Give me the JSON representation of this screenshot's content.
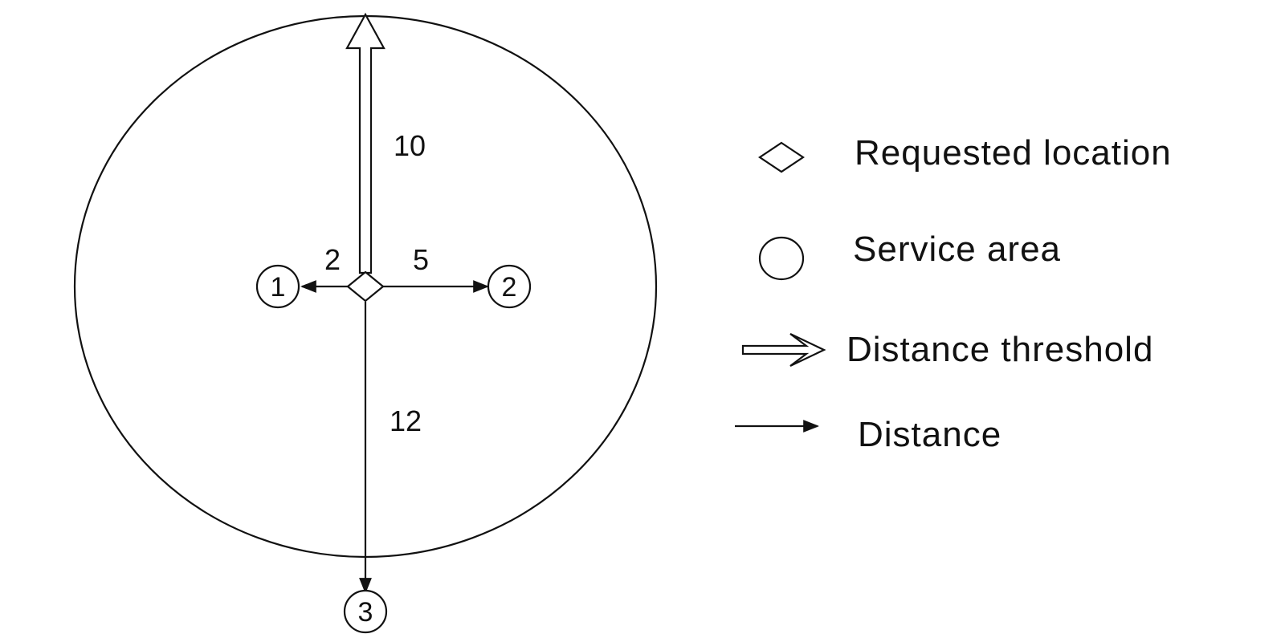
{
  "diagram": {
    "requested_location": {
      "icon": "diamond-icon"
    },
    "service_area": {
      "icon": "circle-icon"
    },
    "distance_threshold": {
      "value_label": "10",
      "icon": "double-arrow-icon"
    },
    "nodes": [
      {
        "label": "1",
        "distance_label": "2"
      },
      {
        "label": "2",
        "distance_label": "5"
      },
      {
        "label": "3",
        "distance_label": "12"
      }
    ]
  },
  "legend": {
    "items": [
      {
        "icon": "diamond-icon",
        "label": "Requested location"
      },
      {
        "icon": "circle-icon",
        "label": "Service area"
      },
      {
        "icon": "double-arrow-icon",
        "label": "Distance threshold"
      },
      {
        "icon": "arrow-icon",
        "label": "Distance"
      }
    ]
  },
  "colors": {
    "stroke": "#111111",
    "background": "#ffffff"
  }
}
